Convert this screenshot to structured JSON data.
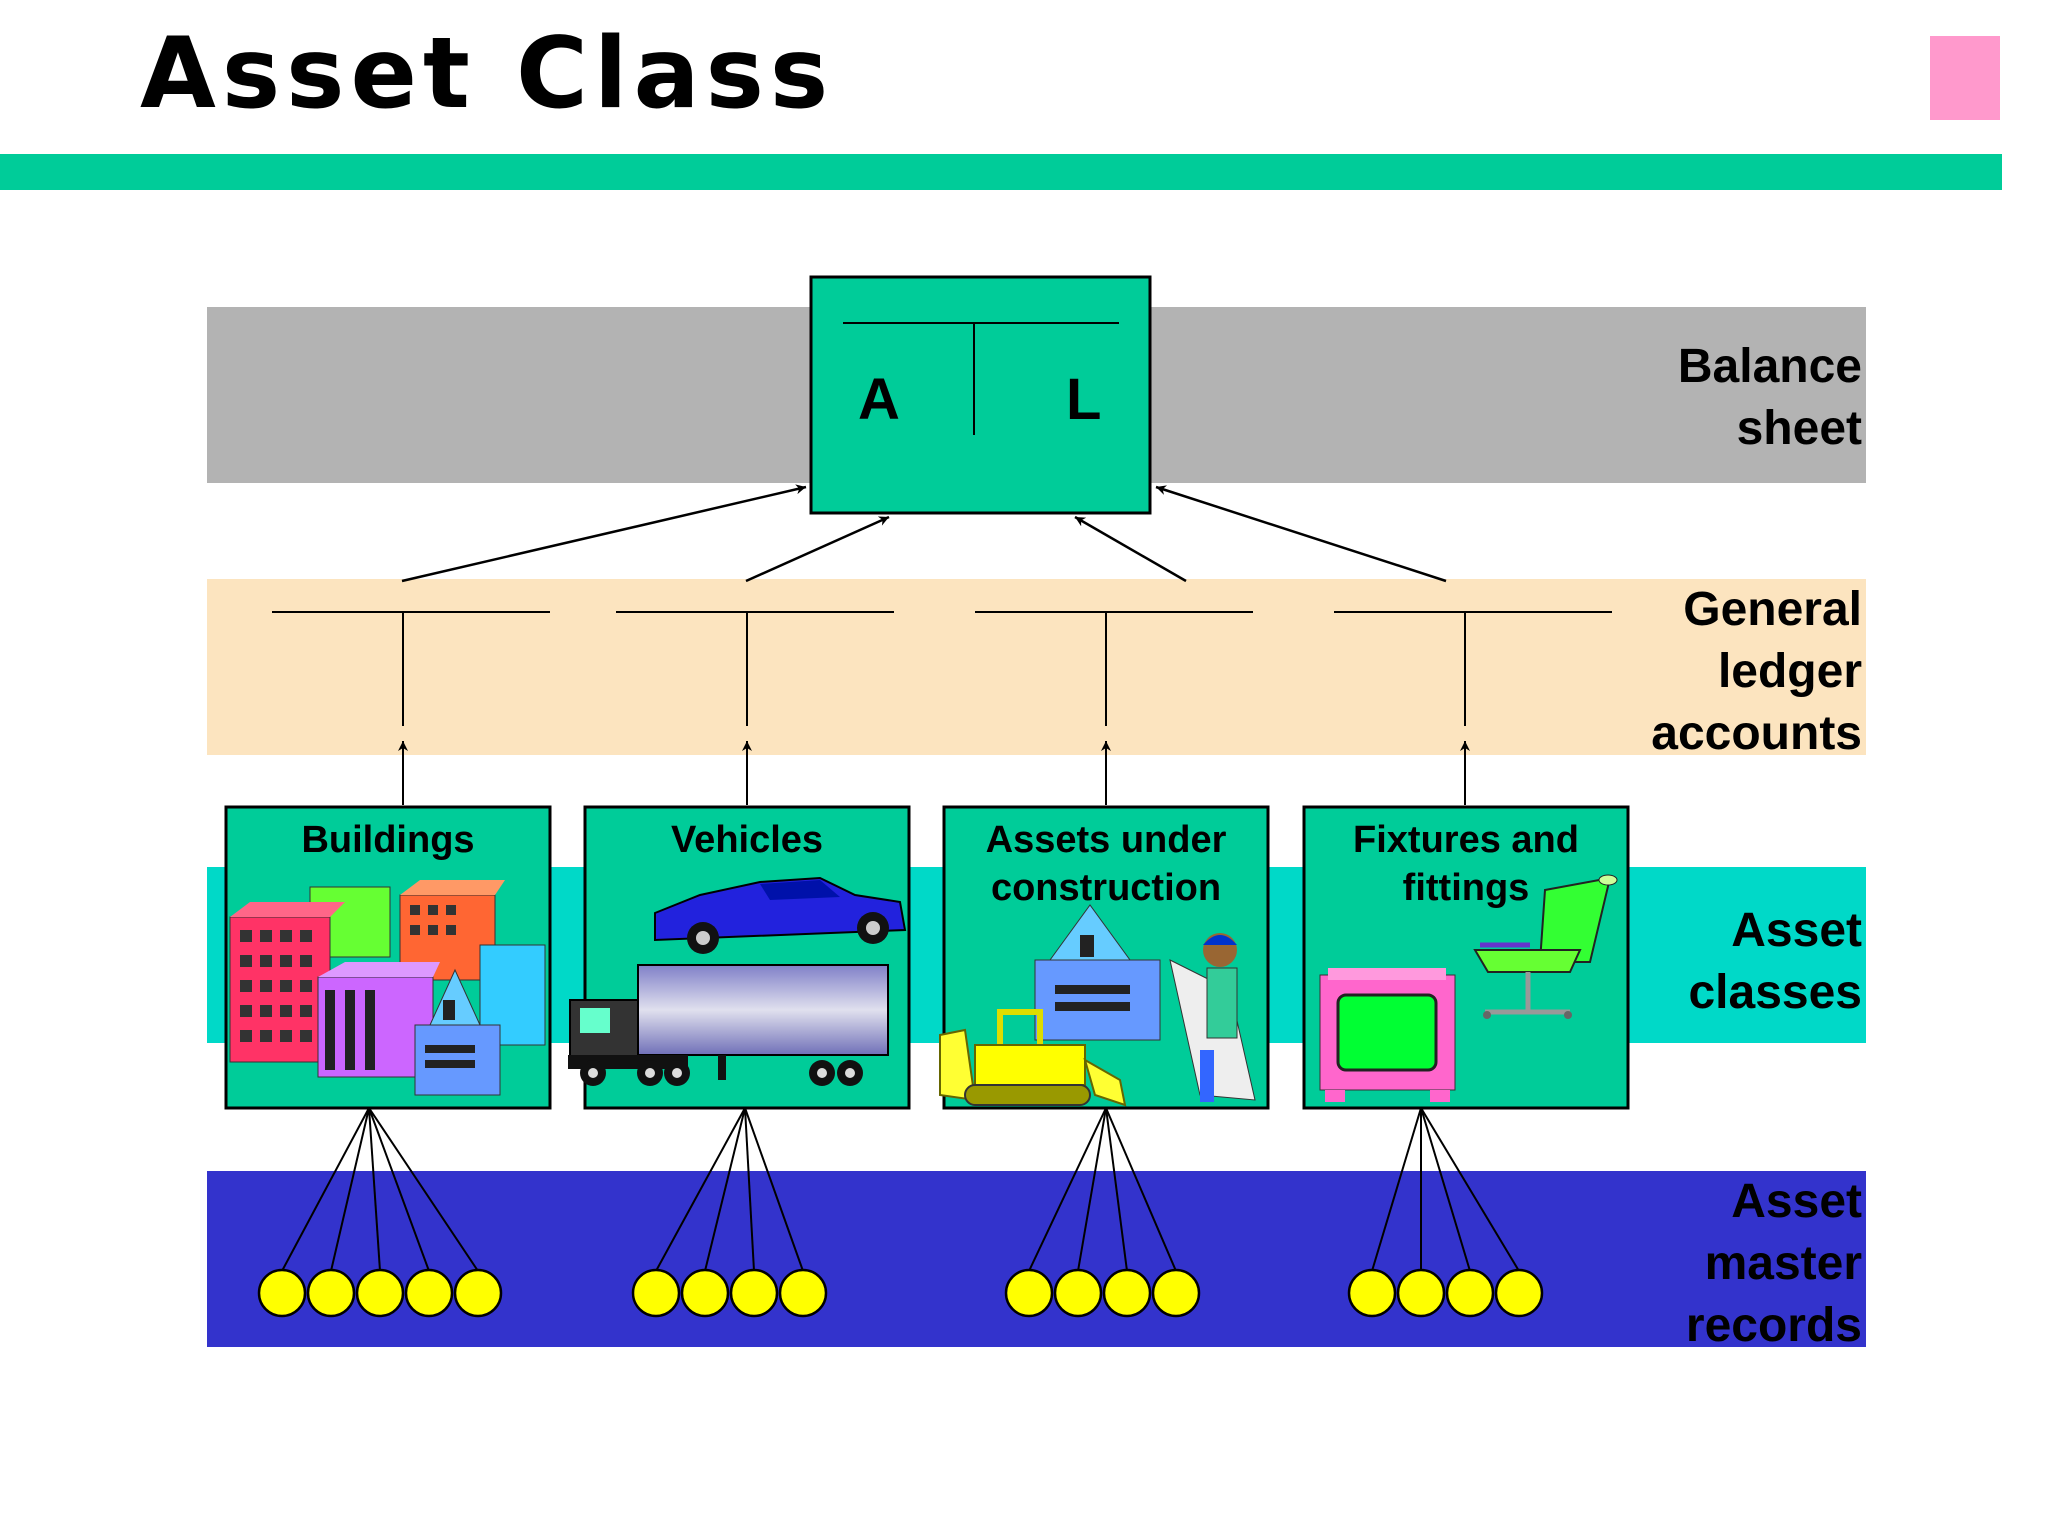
{
  "title": "Asset Class",
  "colors": {
    "accent_bar": "#00cc99",
    "pink_block": "#ff99cc",
    "balance_band": "#b3b3b3",
    "gl_band": "#fce4bf",
    "asset_class_band": "#00d9c8",
    "master_band": "#3333cc",
    "box_fill": "#00cc99",
    "record_fill": "#ffff00"
  },
  "balance_sheet": {
    "left": "A",
    "right": "L"
  },
  "bands": {
    "balance_sheet": [
      "Balance",
      "sheet"
    ],
    "general_ledger": [
      "General",
      "ledger",
      "accounts"
    ],
    "asset_classes": [
      "Asset",
      "classes"
    ],
    "asset_master_records": [
      "Asset",
      "master",
      "records"
    ]
  },
  "asset_classes": [
    {
      "label": [
        "Buildings"
      ],
      "icon": "buildings-icon",
      "records": 5
    },
    {
      "label": [
        "Vehicles"
      ],
      "icon": "vehicles-icon",
      "records": 4
    },
    {
      "label": [
        "Assets under",
        "construction"
      ],
      "icon": "construction-icon",
      "records": 4
    },
    {
      "label": [
        "Fixtures and",
        "fittings"
      ],
      "icon": "fixtures-icon",
      "records": 4
    }
  ]
}
